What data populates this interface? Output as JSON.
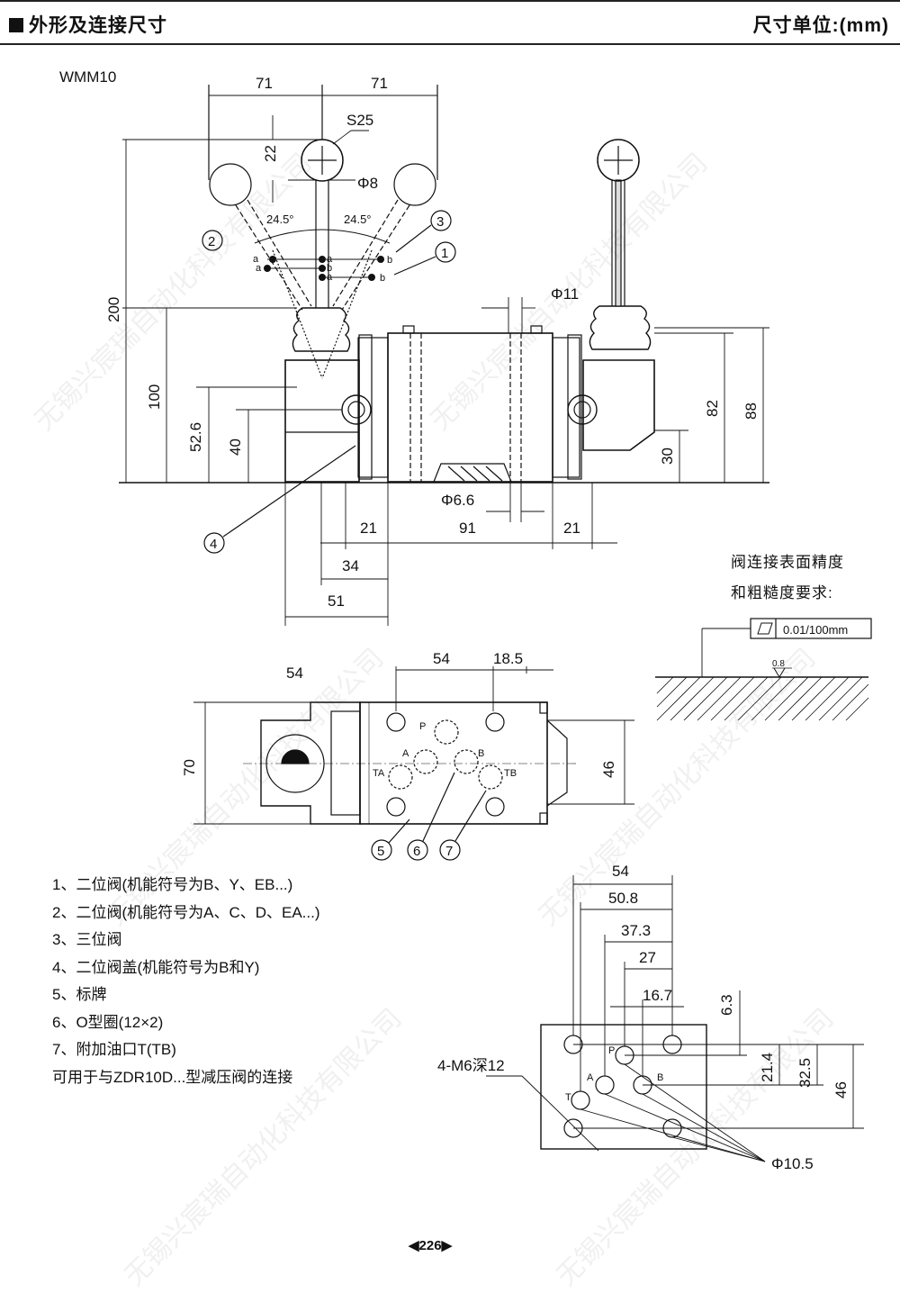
{
  "header": {
    "title": "外形及连接尺寸",
    "unit": "尺寸单位:(mm)"
  },
  "model": "WMM10",
  "dims_top": {
    "left71": "71",
    "right71": "71",
    "ball": "S25",
    "d22": "22",
    "phi8": "Φ8",
    "ang_l": "24.5°",
    "ang_r": "24.5°",
    "h200": "200",
    "h100": "100",
    "h52": "52.6",
    "h40": "40",
    "phi11": "Φ11",
    "h82": "82",
    "h88": "88",
    "h30": "30",
    "phi66": "Φ6.6",
    "w21a": "21",
    "w91": "91",
    "w21b": "21",
    "w34": "34",
    "w51": "51"
  },
  "point_labels": {
    "a": "a",
    "b": "b"
  },
  "callouts": {
    "c1": "1",
    "c2": "2",
    "c3": "3",
    "c4": "4",
    "c5": "5",
    "c6": "6",
    "c7": "7"
  },
  "dims_mid": {
    "w54": "54",
    "w54b": "54",
    "w185": "18.5",
    "h70": "70",
    "h46": "46",
    "port_p": "P",
    "port_a": "A",
    "port_b": "B",
    "port_ta": "TA",
    "port_tb": "TB"
  },
  "accuracy": {
    "line1": "阀连接表面精度",
    "line2": "和粗糙度要求:",
    "flatness": "0.01/100mm",
    "rough": "0.8"
  },
  "dims_bottom": {
    "w54": "54",
    "w508": "50.8",
    "w373": "37.3",
    "w27": "27",
    "w167": "16.7",
    "h63": "6.3",
    "h214": "21.4",
    "h325": "32.5",
    "h46": "46",
    "m6": "4-M6深12",
    "phi105": "Φ10.5",
    "p": "P",
    "a": "A",
    "b": "B",
    "t": "T"
  },
  "notes": [
    "1、二位阀(机能符号为B、Y、EB...)",
    "2、二位阀(机能符号为A、C、D、EA...)",
    "3、三位阀",
    "4、二位阀盖(机能符号为B和Y)",
    "5、标牌",
    "6、O型圈(12×2)",
    "7、附加油口T(TB)",
    "可用于与ZDR10D...型减压阀的连接"
  ],
  "page_number": "◀226▶",
  "watermark": "无锡兴宸瑞自动化科技有限公司"
}
